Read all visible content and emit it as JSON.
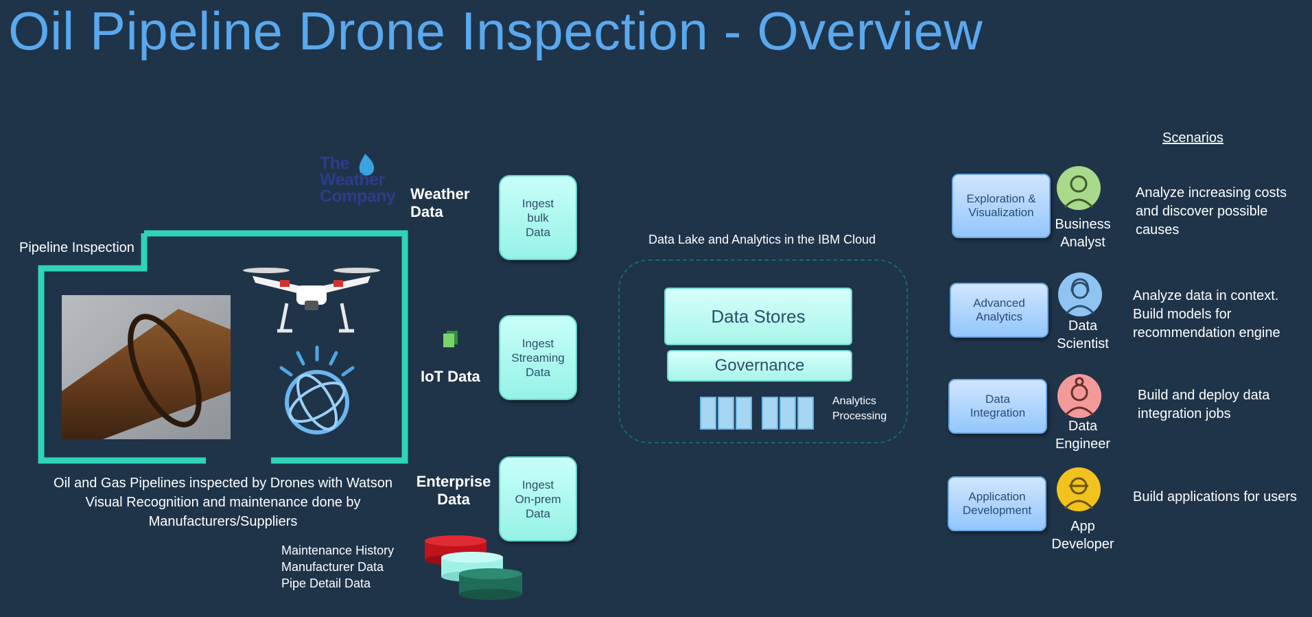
{
  "title": "Oil Pipeline Drone Inspection - Overview",
  "scenarios_heading": "Scenarios",
  "left": {
    "weather_logo_text": "The Weather Company",
    "pipeline_label": "Pipeline Inspection",
    "caption": "Oil and Gas Pipelines inspected by Drones with Watson\nVisual Recognition and maintenance done by\nManufacturers/Suppliers"
  },
  "sources": {
    "weather": "Weather\nData",
    "iot": "IoT Data",
    "enterprise": "Enterprise\nData",
    "enterprise_list": "Maintenance History\nManufacturer Data\nPipe Detail Data"
  },
  "ingest": {
    "bulk": "Ingest\nbulk\nData",
    "streaming": "Ingest\nStreaming\nData",
    "onprem": "Ingest\nOn-prem\nData"
  },
  "lake": {
    "label": "Data Lake and Analytics in the IBM Cloud",
    "data_stores": "Data Stores",
    "governance": "Governance",
    "analytics": "Analytics\nProcessing"
  },
  "scenarios": [
    {
      "box": "Exploration &\nVisualization",
      "role": "Business\nAnalyst",
      "desc": "Analyze increasing costs\nand discover possible\ncauses",
      "avatar_color": "#a9d98a"
    },
    {
      "box": "Advanced\nAnalytics",
      "role": "Data\nScientist",
      "desc": "Analyze data in context.\nBuild models for\nrecommendation engine",
      "avatar_color": "#8fc4f2"
    },
    {
      "box": "Data\nIntegration",
      "role": "Data\nEngineer",
      "desc": "Build and deploy data\nintegration jobs",
      "avatar_color": "#f29a9a"
    },
    {
      "box": "Application\nDevelopment",
      "role": "App\nDeveloper",
      "desc": "Build applications for users",
      "avatar_color": "#f2c21e"
    }
  ],
  "colors": {
    "background": "#1f3449",
    "title": "#5aa8ee",
    "frame_teal": "#2fd3b8",
    "ingest_fill": "#b4fbf1",
    "scenario_fill": "#b4d8fb"
  }
}
